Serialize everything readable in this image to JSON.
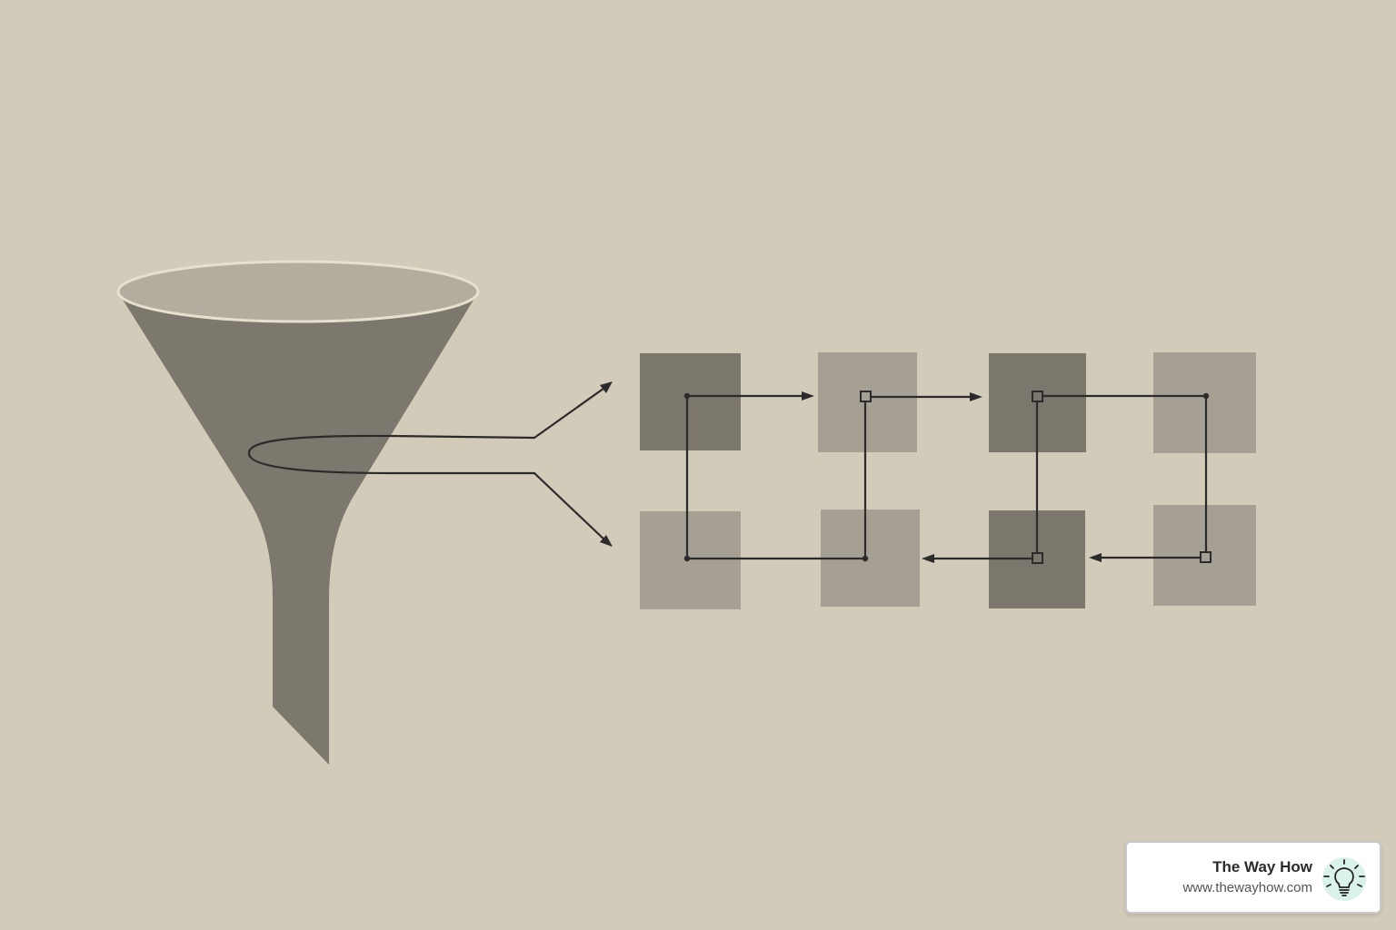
{
  "colors": {
    "background": "#d2cbba",
    "funnel_body": "#7d786d",
    "funnel_rim_fill": "#b4ad9f",
    "funnel_rim_edge": "#e6e0cf",
    "block_dark": "#7c776d",
    "block_light": "#a69f93",
    "connector": "#2b2b2b",
    "logo_bulb_bg": "#d9f2ea",
    "logo_line": "#222222"
  },
  "diagram": {
    "icons": {
      "funnel": "funnel-icon",
      "loop": "loop-connector",
      "grid": "process-grid"
    },
    "blocks": [
      {
        "row": 1,
        "col": 1,
        "shade": "dark"
      },
      {
        "row": 1,
        "col": 2,
        "shade": "light"
      },
      {
        "row": 1,
        "col": 3,
        "shade": "dark"
      },
      {
        "row": 1,
        "col": 4,
        "shade": "light"
      },
      {
        "row": 2,
        "col": 1,
        "shade": "light"
      },
      {
        "row": 2,
        "col": 2,
        "shade": "light"
      },
      {
        "row": 2,
        "col": 3,
        "shade": "dark"
      },
      {
        "row": 2,
        "col": 4,
        "shade": "light"
      }
    ]
  },
  "branding": {
    "name": "The Way How",
    "url": "www.thewayhow.com",
    "logo_icon": "lightbulb-icon"
  }
}
